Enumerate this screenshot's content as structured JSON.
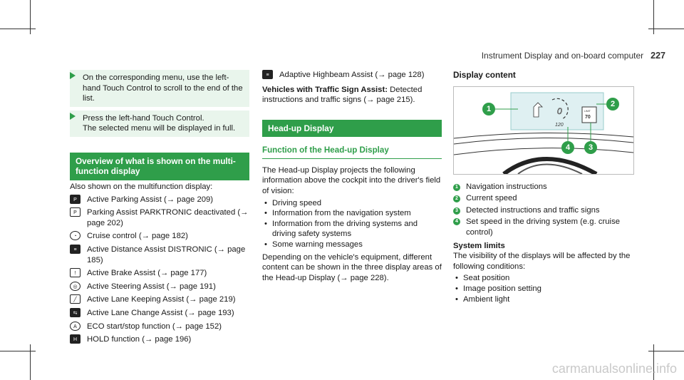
{
  "header": {
    "title": "Instrument Display and on-board computer",
    "page_num": "227"
  },
  "col1": {
    "step1": "On the corresponding menu, use the left-hand Touch Control to scroll to the end of the list.",
    "step2a": "Press the left-hand Touch Control.",
    "step2b": "The selected menu will be displayed in full.",
    "section_title": "Overview of what is shown on the multi-function display",
    "intro": "Also shown on the multifunction display:",
    "items": [
      {
        "icon": "active-parking-assist-icon",
        "text": "Active Parking Assist (→ page 209)"
      },
      {
        "icon": "parking-assist-off-icon",
        "text": "Parking Assist PARKTRONIC deactivated (→ page 202)"
      },
      {
        "icon": "cruise-control-icon",
        "text": "Cruise control (→ page 182)"
      },
      {
        "icon": "distance-assist-icon",
        "text": "Active Distance Assist DISTRONIC (→ page 185)"
      },
      {
        "icon": "brake-assist-off-icon",
        "text": "Active Brake Assist (→ page 177)"
      },
      {
        "icon": "steering-assist-icon",
        "text": "Active Steering Assist (→ page 191)"
      },
      {
        "icon": "lane-keeping-icon",
        "text": "Active Lane Keeping Assist (→ page 219)"
      },
      {
        "icon": "lane-change-icon",
        "text": "Active Lane Change Assist (→ page 193)"
      },
      {
        "icon": "eco-start-stop-icon",
        "text": "ECO start/stop function (→ page 152)"
      },
      {
        "icon": "hold-icon",
        "text": "HOLD function (→ page 196)"
      }
    ]
  },
  "col2": {
    "highbeam": "Adaptive Highbeam Assist (→ page 128)",
    "tsa_label": "Vehicles with Traffic Sign Assist:",
    "tsa_text": " Detected instructions and traffic signs (→ page 215).",
    "section_title": "Head-up Display",
    "subsection_title": "Function of the Head-up Display",
    "intro": "The Head-up Display projects the following information above the cockpit into the driver's field of vision:",
    "bullets": [
      "Driving speed",
      "Information from the navigation system",
      "Information from the driving systems and driving safety systems",
      "Some warning messages"
    ],
    "outro": "Depending on the vehicle's equipment, different content can be shown in the three display areas of the Head-up Display (→ page 228)."
  },
  "col3": {
    "display_content_title": "Display content",
    "figure": {
      "limit_label": "LIMIT",
      "limit_value": "70",
      "speed_value": "120",
      "callouts": [
        "1",
        "2",
        "3",
        "4"
      ]
    },
    "legend": [
      {
        "n": "1",
        "text": "Navigation instructions"
      },
      {
        "n": "2",
        "text": "Current speed"
      },
      {
        "n": "3",
        "text": "Detected instructions and traffic signs"
      },
      {
        "n": "4",
        "text": "Set speed in the driving system (e.g. cruise control)"
      }
    ],
    "limits_title": "System limits",
    "limits_intro": "The visibility of the displays will be affected by the following conditions:",
    "limits": [
      "Seat position",
      "Image position setting",
      "Ambient light"
    ]
  },
  "watermark": "carmanualsonline.info",
  "colors": {
    "accent": "#2f9e4a",
    "tint": "#e9f5ec"
  }
}
